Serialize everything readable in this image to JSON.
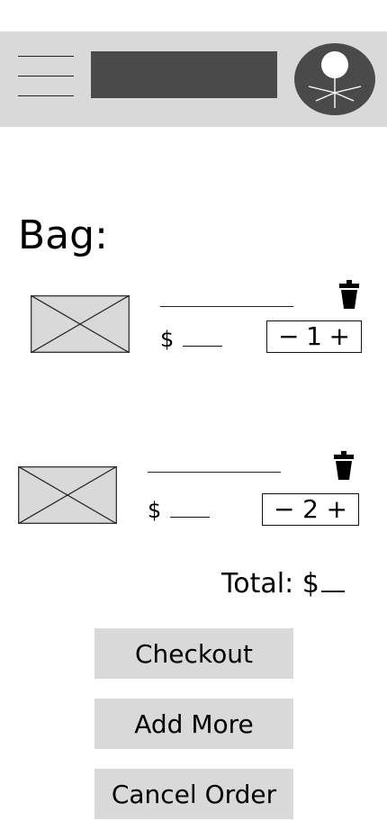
{
  "header": {
    "menu_icon": "hamburger-menu-icon",
    "avatar_icon": "profile-avatar-icon"
  },
  "bag": {
    "title": "Bag:",
    "items": [
      {
        "price_symbol": "$",
        "quantity": "1",
        "decrement": "−",
        "increment": "+",
        "image_icon": "image-placeholder-icon",
        "delete_icon": "trash-icon"
      },
      {
        "price_symbol": "$",
        "quantity": "2",
        "decrement": "−",
        "increment": "+",
        "image_icon": "image-placeholder-icon",
        "delete_icon": "trash-icon"
      }
    ]
  },
  "total": {
    "label": "Total: $"
  },
  "actions": {
    "checkout": "Checkout",
    "add_more": "Add More",
    "cancel_order": "Cancel Order"
  },
  "colors": {
    "header_bg": "#d9d9d9",
    "search_block": "#4a4a4a",
    "button_bg": "#d9d9d9",
    "placeholder_bg": "#d9d9d9"
  }
}
